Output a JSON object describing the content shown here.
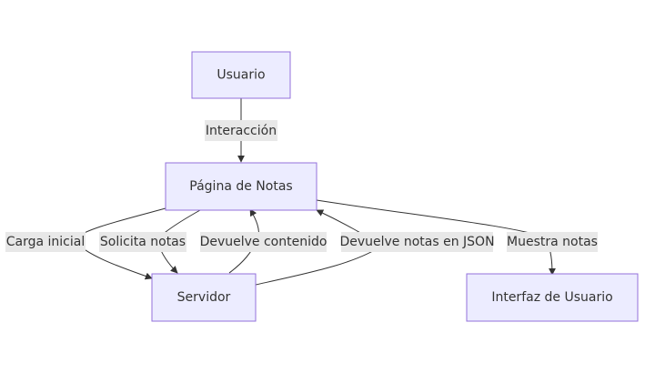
{
  "colors": {
    "node_fill": "#ececff",
    "node_stroke": "#9370db",
    "edge_stroke": "#333333",
    "label_bg": "#e8e8e8",
    "text": "#333333"
  },
  "nodes": {
    "usuario": "Usuario",
    "pagina": "Página de Notas",
    "servidor": "Servidor",
    "interfaz": "Interfaz de Usuario"
  },
  "edges": {
    "interaccion": "Interacción",
    "carga_inicial": "Carga inicial",
    "solicita_notas": "Solicita notas",
    "devuelve_contenido": "Devuelve contenido",
    "devuelve_json": "Devuelve notas en JSON",
    "muestra_notas": "Muestra notas"
  }
}
